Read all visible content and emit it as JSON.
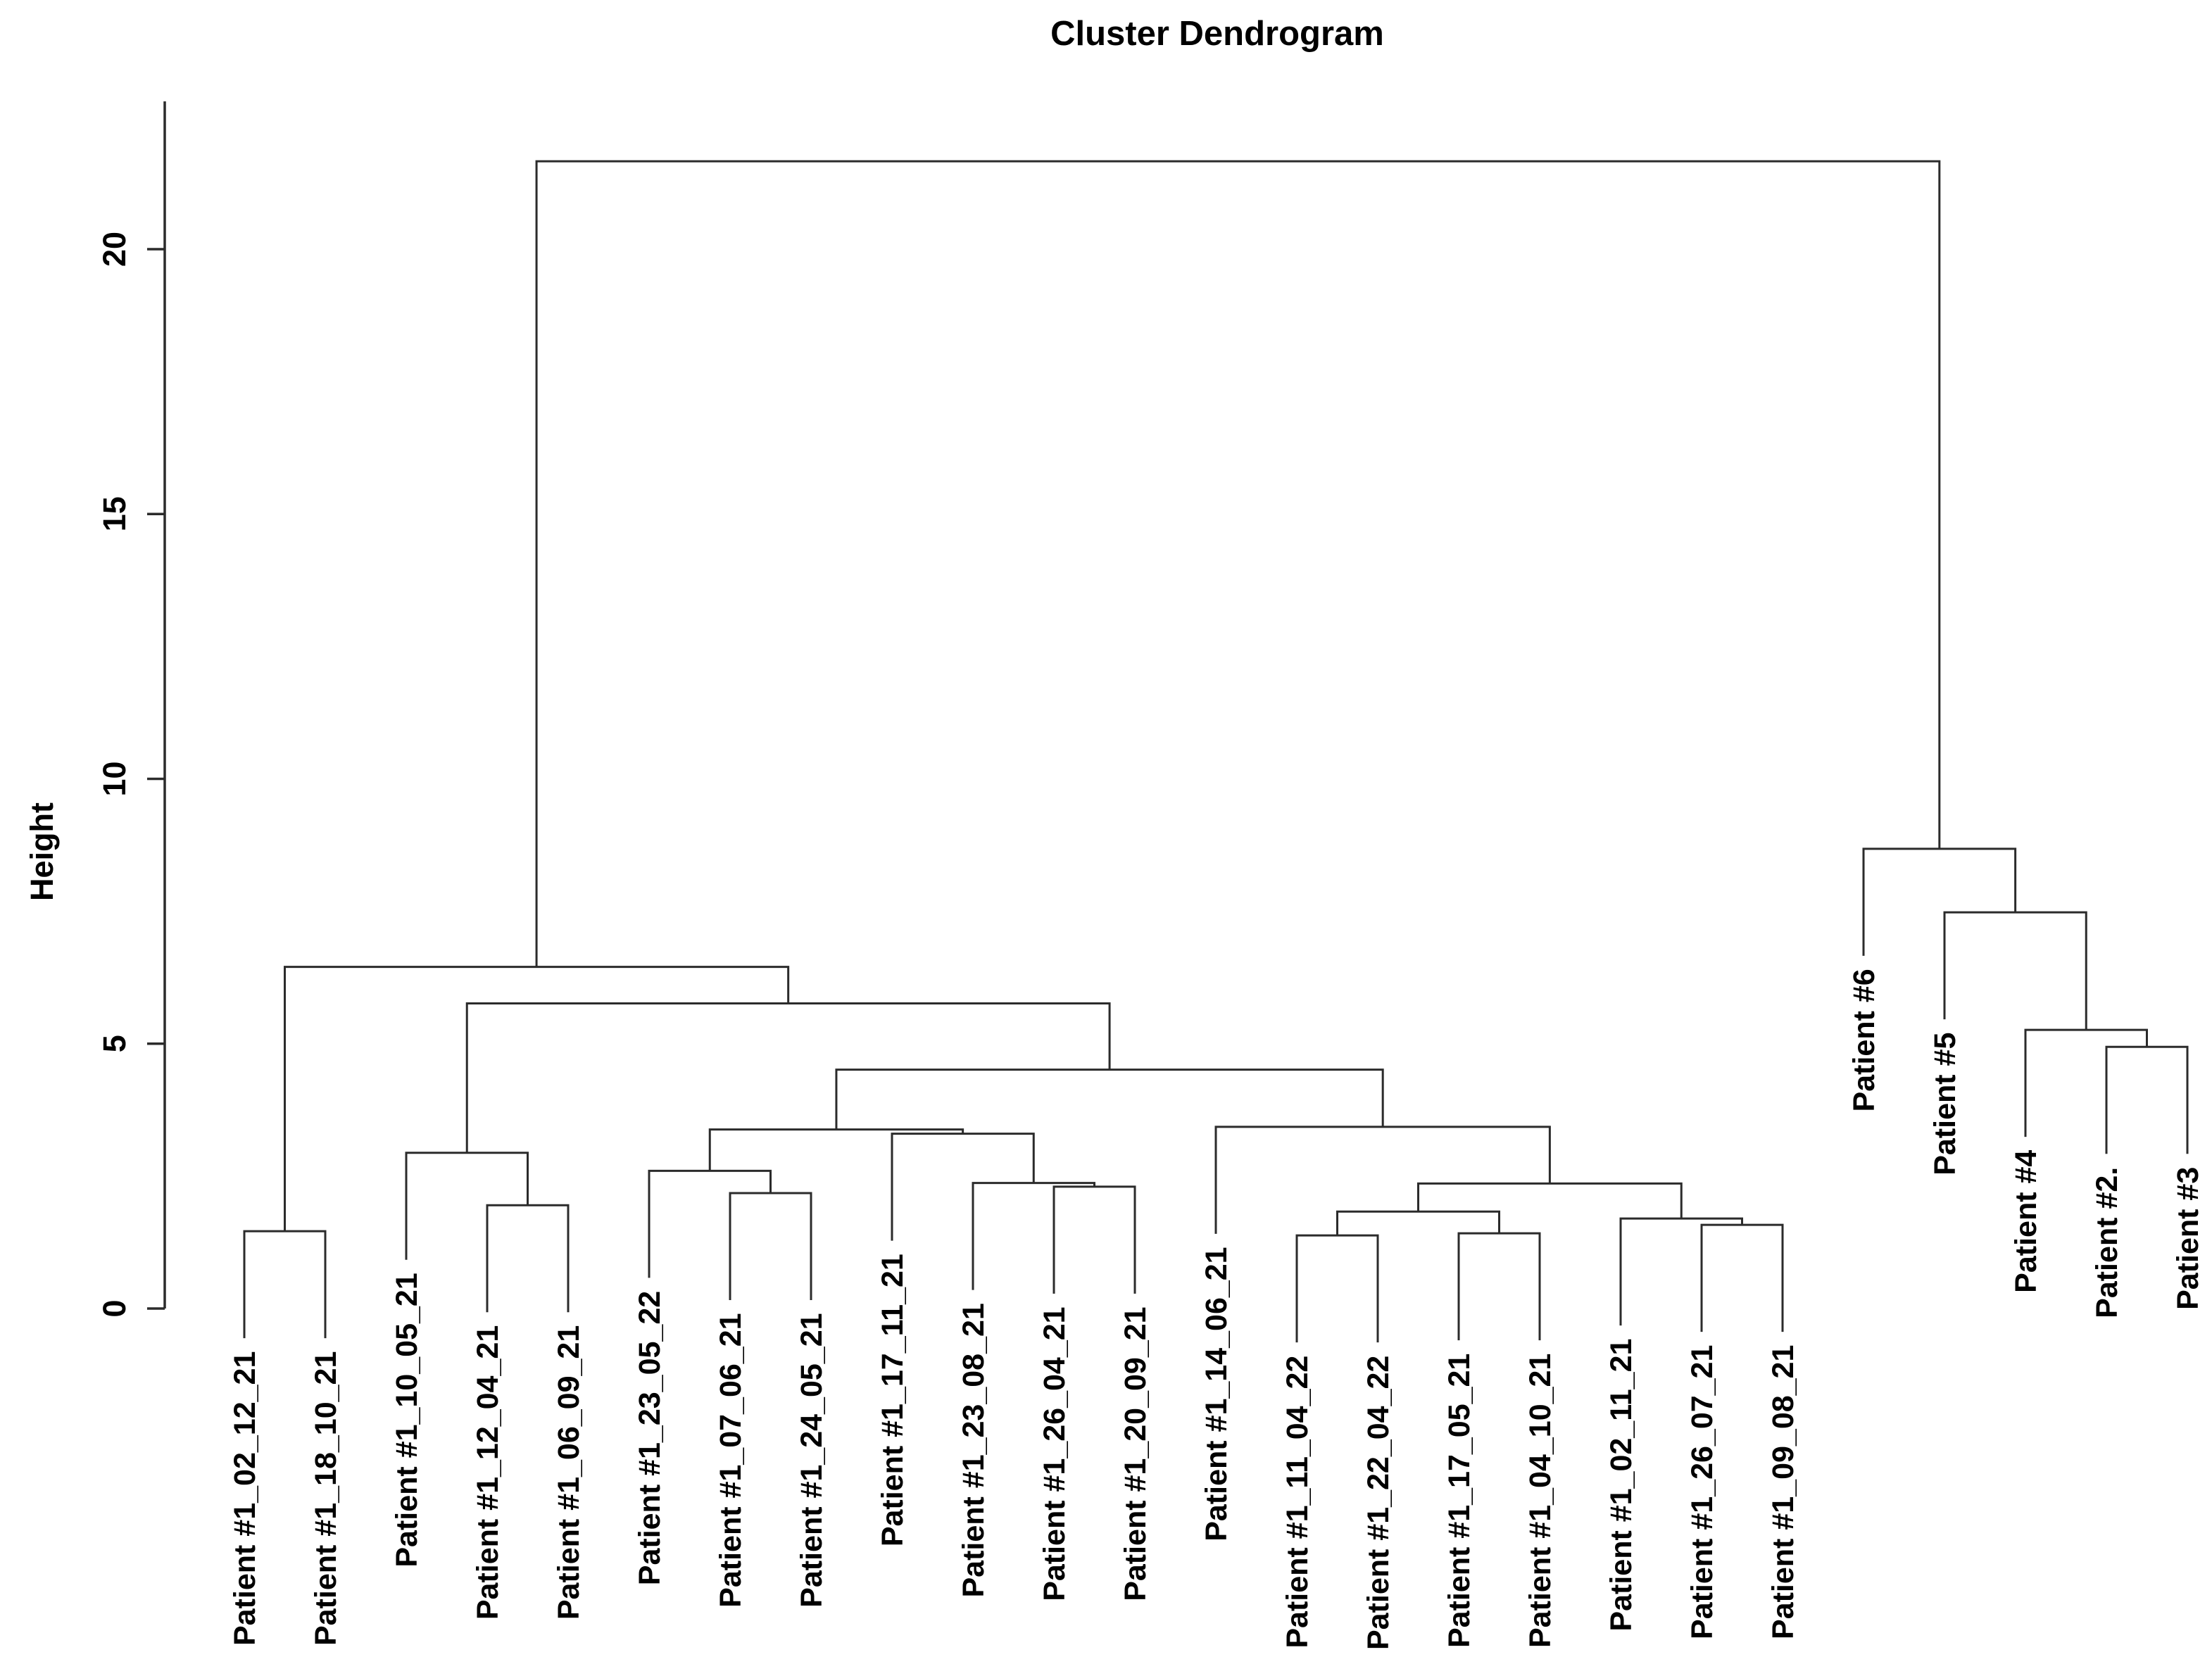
{
  "chart_data": {
    "type": "dendrogram",
    "title": "Cluster Dendrogram",
    "ylabel": "Height",
    "yticks": [
      0,
      5,
      10,
      15,
      20
    ],
    "ylim": [
      0,
      22.7
    ],
    "hang": 2.0,
    "grid": false,
    "orientation": "vertical",
    "leaf_label_rotation": -90,
    "leaves": [
      "Patient #1_02_12_21",
      "Patient #1_18_10_21",
      "Patient #1_10_05_21",
      "Patient #1_12_04_21",
      "Patient #1_06_09_21",
      "Patient #1_23_05_22",
      "Patient #1_07_06_21",
      "Patient #1_24_05_21",
      "Patient #1_17_11_21",
      "Patient #1_23_08_21",
      "Patient #1_26_04_21",
      "Patient #1_20_09_21",
      "Patient #1_14_06_21",
      "Patient #1_11_04_22",
      "Patient #1_22_04_22",
      "Patient #1_17_05_21",
      "Patient #1_04_10_21",
      "Patient #1_02_11_21",
      "Patient #1_26_07_21",
      "Patient #1_09_08_21",
      "Patient #6",
      "Patient #5",
      "Patient #4",
      "Patient #2.",
      "Patient #3"
    ],
    "tree": {
      "h": 21.66,
      "c": [
        {
          "h": 6.45,
          "c": [
            {
              "h": 1.46,
              "c": [
                0,
                1
              ]
            },
            {
              "h": 5.76,
              "c": [
                {
                  "h": 2.94,
                  "c": [
                    2,
                    {
                      "h": 1.95,
                      "c": [
                        3,
                        4
                      ]
                    }
                  ]
                },
                {
                  "h": 4.51,
                  "c": [
                    {
                      "h": 3.38,
                      "c": [
                        {
                          "h": 2.6,
                          "c": [
                            5,
                            {
                              "h": 2.18,
                              "c": [
                                6,
                                7
                              ]
                            }
                          ]
                        },
                        {
                          "h": 3.3,
                          "c": [
                            8,
                            {
                              "h": 2.37,
                              "c": [
                                9,
                                {
                                  "h": 2.3,
                                  "c": [
                                    10,
                                    11
                                  ]
                                }
                              ]
                            }
                          ]
                        }
                      ]
                    },
                    {
                      "h": 3.43,
                      "c": [
                        12,
                        {
                          "h": 2.36,
                          "c": [
                            {
                              "h": 1.83,
                              "c": [
                                {
                                  "h": 1.38,
                                  "c": [
                                    13,
                                    14
                                  ]
                                },
                                {
                                  "h": 1.42,
                                  "c": [
                                    15,
                                    16
                                  ]
                                }
                              ]
                            },
                            {
                              "h": 1.7,
                              "c": [
                                17,
                                {
                                  "h": 1.58,
                                  "c": [
                                    18,
                                    19
                                  ]
                                }
                              ]
                            }
                          ]
                        }
                      ]
                    }
                  ]
                }
              ]
            }
          ]
        },
        {
          "h": 8.68,
          "c": [
            20,
            {
              "h": 7.48,
              "c": [
                21,
                {
                  "h": 5.26,
                  "c": [
                    22,
                    {
                      "h": 4.94,
                      "c": [
                        23,
                        24
                      ]
                    }
                  ]
                }
              ]
            }
          ]
        }
      ]
    }
  },
  "colors": {
    "line": "#2b2b2b",
    "text": "#000000",
    "background": "#ffffff"
  }
}
